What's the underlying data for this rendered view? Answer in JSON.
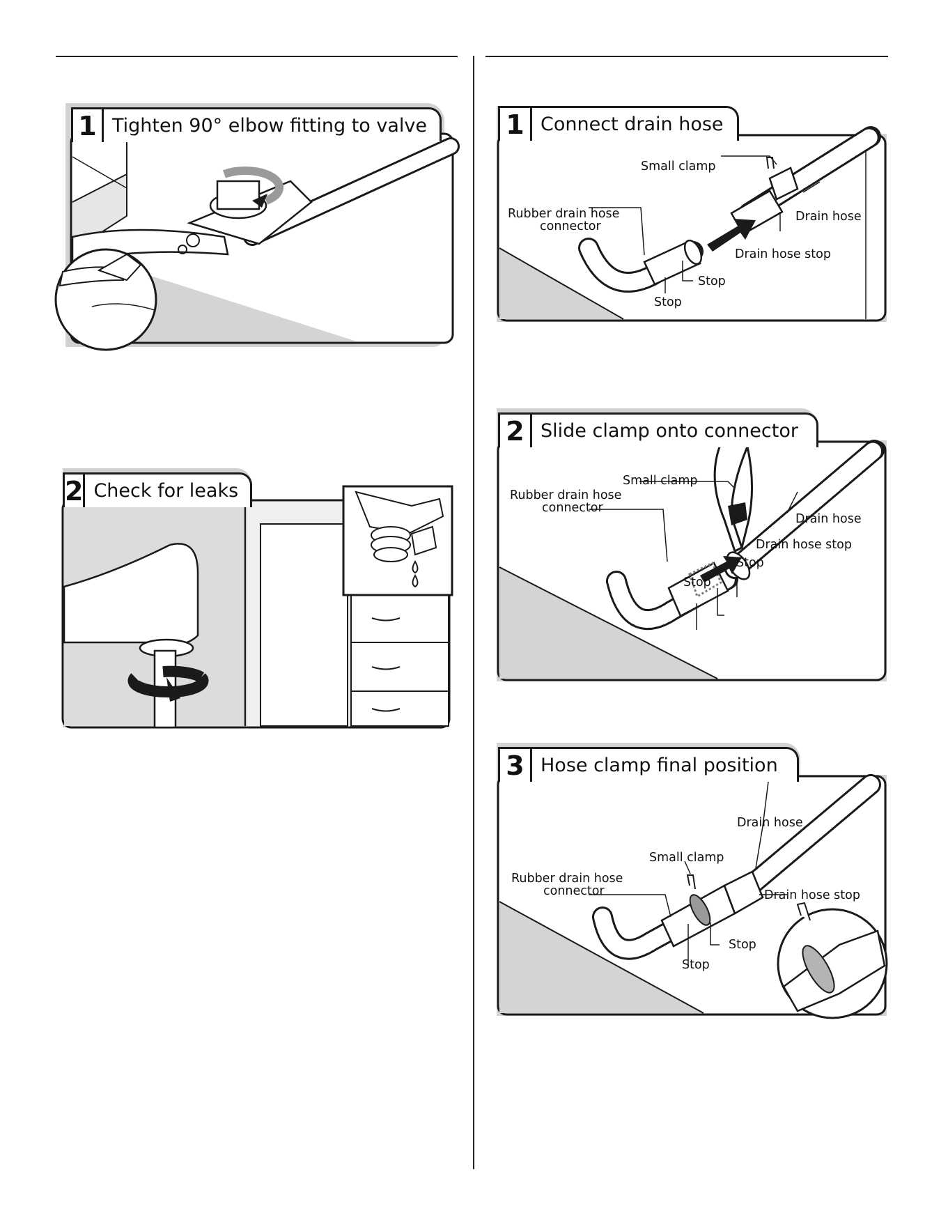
{
  "left_column": {
    "step1": {
      "number": "1",
      "title": "Tighten 90° elbow fitting to valve"
    },
    "step2": {
      "number": "2",
      "title": "Check for leaks"
    }
  },
  "right_column": {
    "step1": {
      "number": "1",
      "title": "Connect drain hose",
      "labels": {
        "small_clamp": "Small clamp",
        "rubber_connector_line1": "Rubber drain hose",
        "rubber_connector_line2": "connector",
        "drain_hose": "Drain hose",
        "drain_hose_stop": "Drain hose stop",
        "stop_right": "Stop",
        "stop_bottom": "Stop"
      }
    },
    "step2": {
      "number": "2",
      "title": "Slide clamp onto connector",
      "labels": {
        "small_clamp": "Small clamp",
        "rubber_connector_line1": "Rubber drain hose",
        "rubber_connector_line2": "connector",
        "drain_hose": "Drain hose",
        "drain_hose_stop": "Drain hose stop",
        "stop_right": "Stop",
        "stop_bottom": "Stop"
      }
    },
    "step3": {
      "number": "3",
      "title": "Hose clamp final position",
      "labels": {
        "drain_hose": "Drain hose",
        "small_clamp": "Small clamp",
        "rubber_connector_line1": "Rubber drain hose",
        "rubber_connector_line2": "connector",
        "drain_hose_stop": "Drain hose stop",
        "stop_right": "Stop",
        "stop_bottom": "Stop"
      }
    }
  },
  "colors": {
    "panel_shadow": "#d2d2d2",
    "floor": "#d4d4d4",
    "ink": "#1a1a1a"
  }
}
